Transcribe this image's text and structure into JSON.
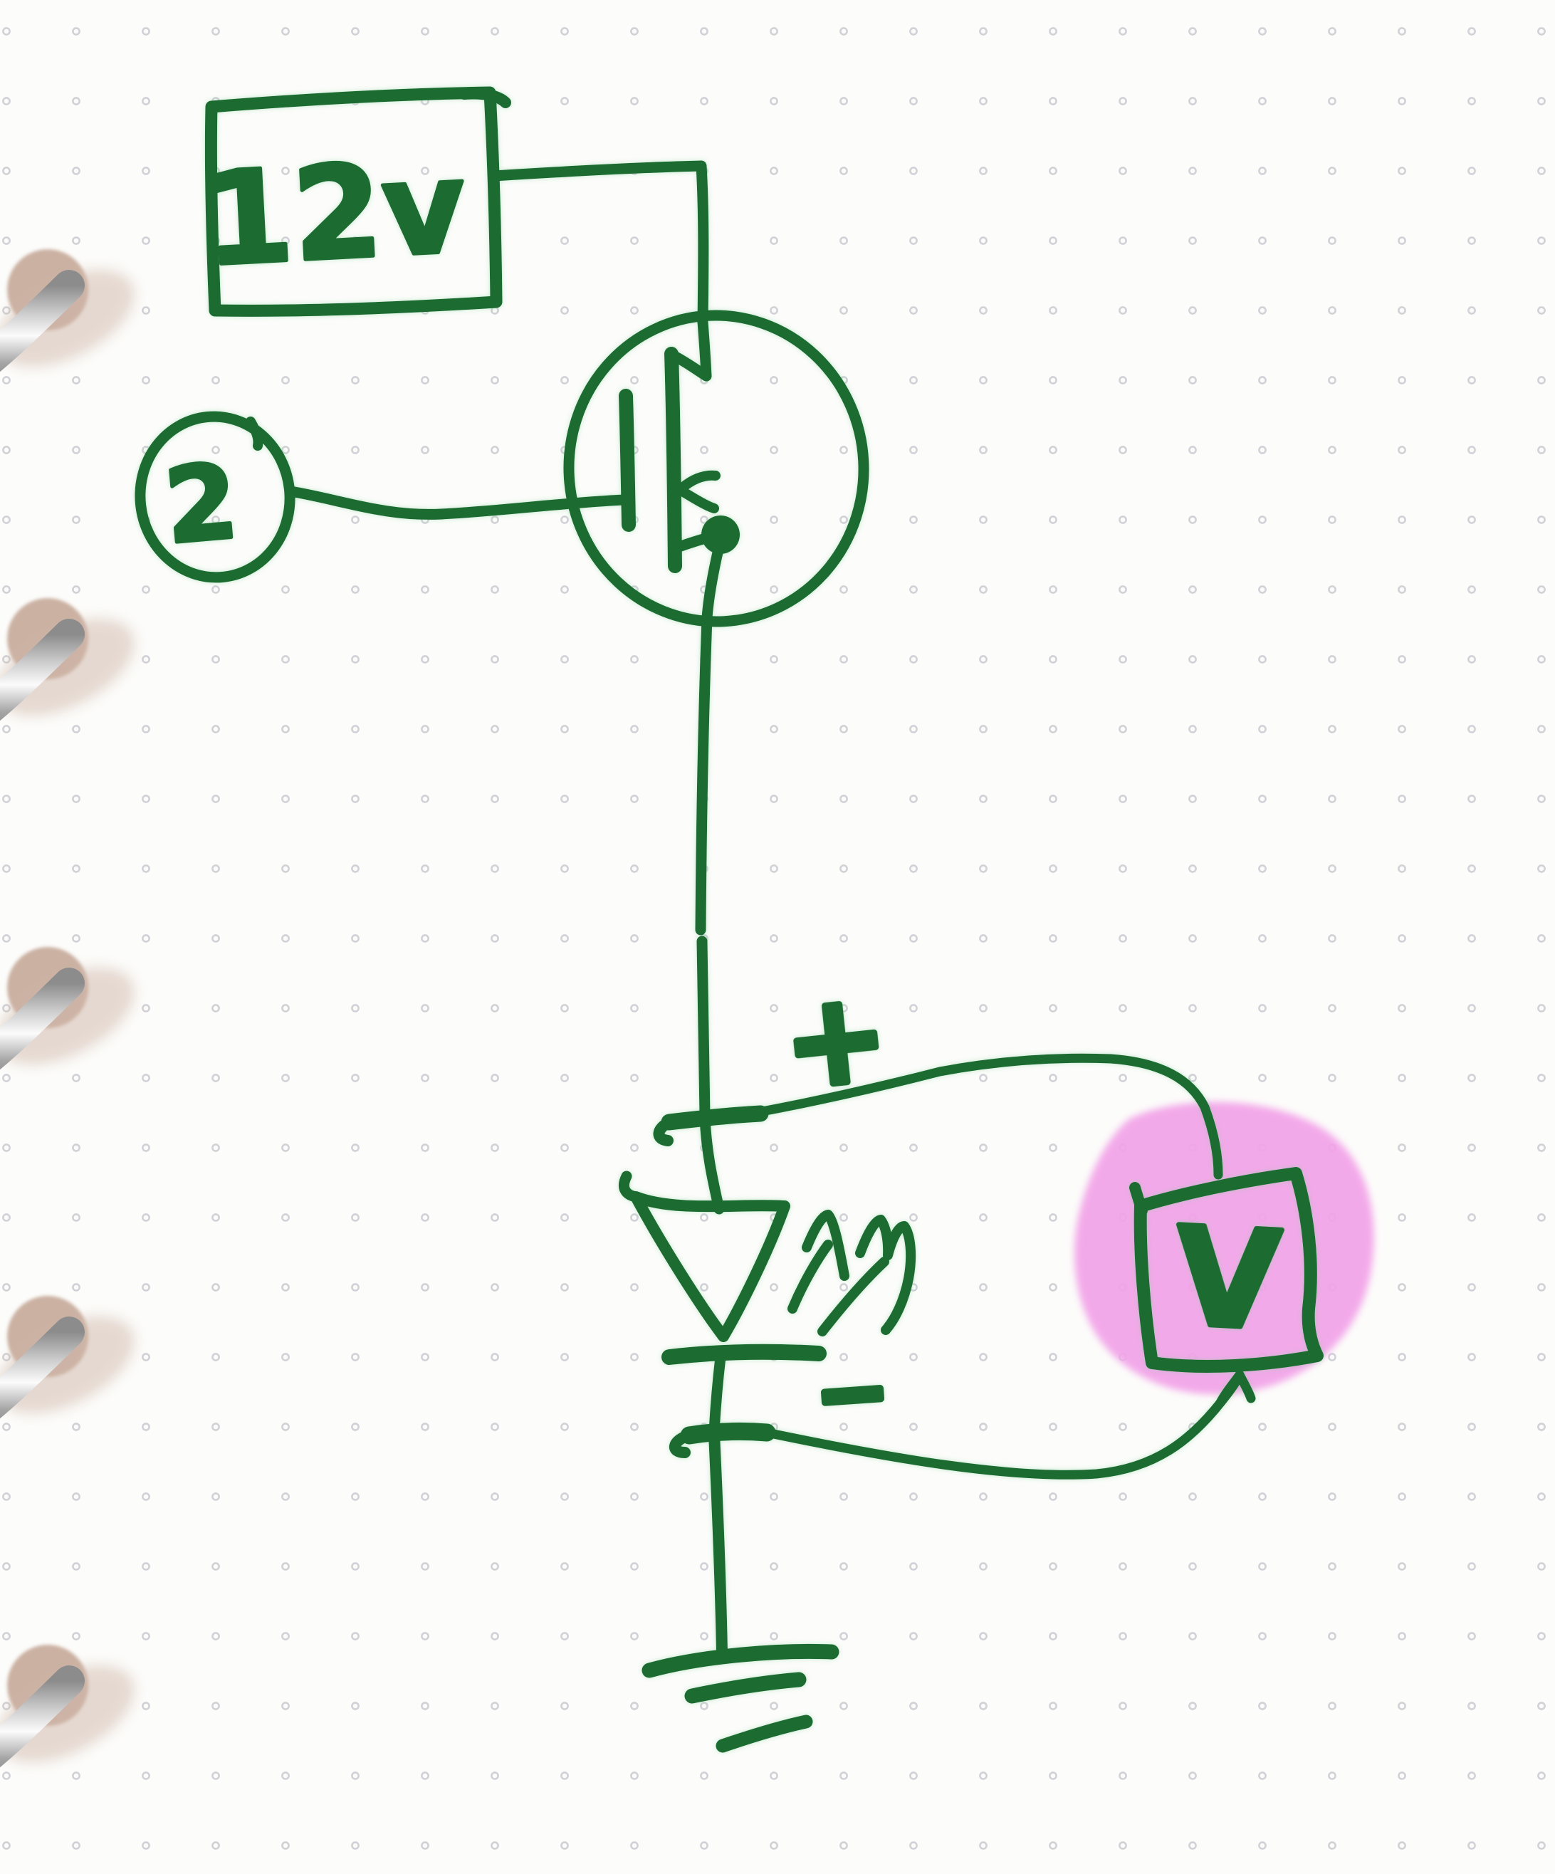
{
  "document": {
    "kind": "hand-drawn circuit sketch",
    "medium": "green marker on dot-grid spiral notebook paper"
  },
  "palette": {
    "ink_green": "#1d6c31",
    "highlight_pink": "#f2a2e8",
    "paper": "#fcfcfa",
    "grid_dot": "#c3c3ca",
    "ring_hole_tan": "#cbb1a2",
    "ring_wire_silver": "#c9c9c9"
  },
  "labels": {
    "supply_voltage": "12v",
    "gate_node": "2",
    "voltmeter": "V",
    "polarity_positive": "+",
    "polarity_negative": "−"
  },
  "components": [
    {
      "name": "dc-supply-box",
      "label": "12v"
    },
    {
      "name": "gate-terminal-node",
      "label": "2"
    },
    {
      "name": "n-mosfet-symbol"
    },
    {
      "name": "led-symbol"
    },
    {
      "name": "voltmeter",
      "label": "V",
      "highlighted": true
    },
    {
      "name": "ground-symbol"
    }
  ],
  "notebook": {
    "binder_ring_count": 5
  }
}
